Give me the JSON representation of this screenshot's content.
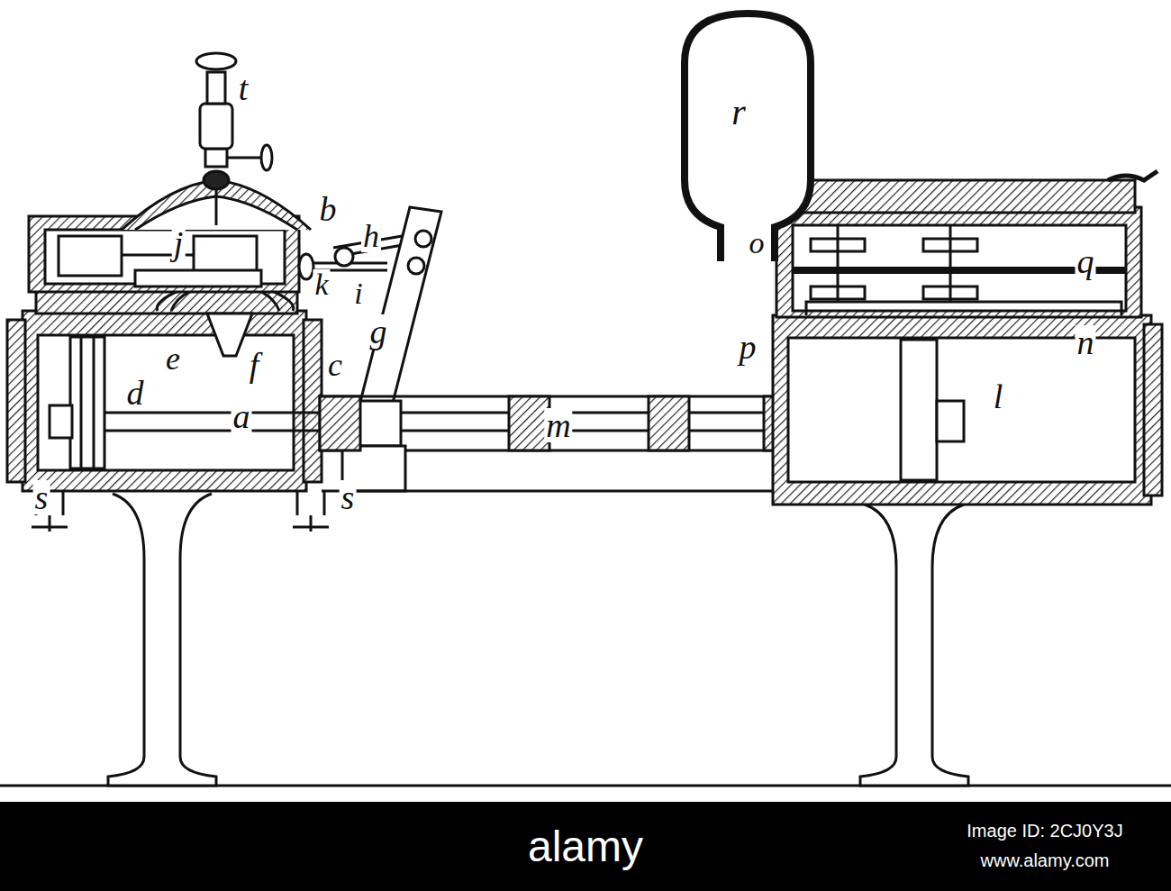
{
  "diagram": {
    "labels": [
      "t",
      "b",
      "j",
      "k",
      "e",
      "f",
      "c",
      "d",
      "a",
      "s",
      "s",
      "h",
      "i",
      "g",
      "m",
      "r",
      "o",
      "q",
      "p",
      "n",
      "l",
      "alamy",
      "Image ID: 2CJ0Y3J",
      "www.alamy.com"
    ]
  }
}
